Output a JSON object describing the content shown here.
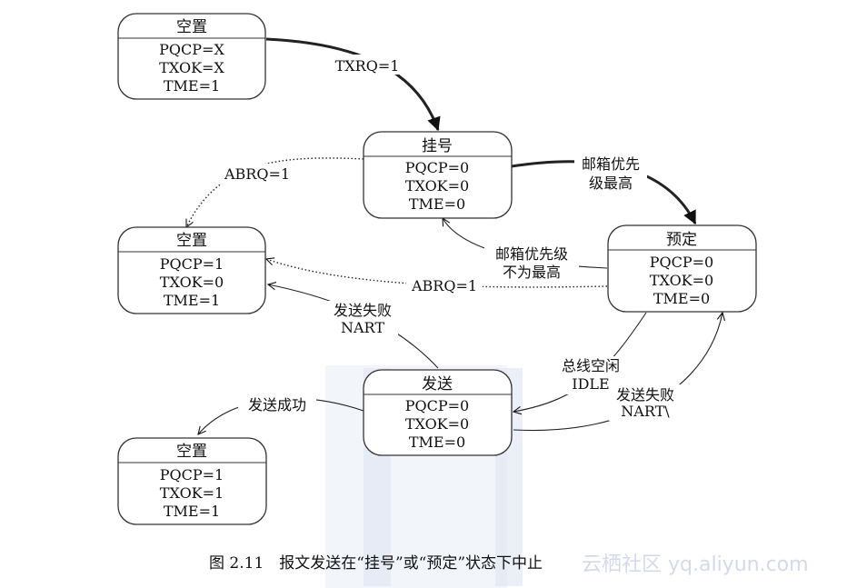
{
  "states": {
    "idle1": {
      "title": "空置",
      "lines": [
        "PQCP=X",
        "TXOK=X",
        "TME=1"
      ]
    },
    "pending": {
      "title": "挂号",
      "lines": [
        "PQCP=0",
        "TXOK=0",
        "TME=0"
      ]
    },
    "idle2": {
      "title": "空置",
      "lines": [
        "PQCP=1",
        "TXOK=0",
        "TME=1"
      ]
    },
    "scheduled": {
      "title": "预定",
      "lines": [
        "PQCP=0",
        "TXOK=0",
        "TME=0"
      ]
    },
    "transmit": {
      "title": "发送",
      "lines": [
        "PQCP=0",
        "TXOK=0",
        "TME=0"
      ]
    },
    "idle3": {
      "title": "空置",
      "lines": [
        "PQCP=1",
        "TXOK=1",
        "TME=1"
      ]
    }
  },
  "edges": {
    "txrq": {
      "lines": [
        "TXRQ=1"
      ]
    },
    "abrq_pending": {
      "lines": [
        "ABRQ=1"
      ]
    },
    "top_priority": {
      "lines": [
        "邮箱优先",
        "级最高"
      ]
    },
    "not_top_priority": {
      "lines": [
        "邮箱优先级",
        "不为最高"
      ]
    },
    "abrq_scheduled": {
      "lines": [
        "ABRQ=1"
      ]
    },
    "fail_nart": {
      "lines": [
        "发送失败",
        "NART"
      ]
    },
    "bus_idle": {
      "lines": [
        "总线空闲",
        "IDLE"
      ]
    },
    "fail_retry": {
      "lines": [
        "发送失败",
        "NART\\"
      ]
    },
    "success": {
      "lines": [
        "发送成功"
      ]
    }
  },
  "caption": "图 2.11　报文发送在“挂号”或“预定”状态下中止",
  "watermark": "云栖社区 yq.aliyun.com"
}
